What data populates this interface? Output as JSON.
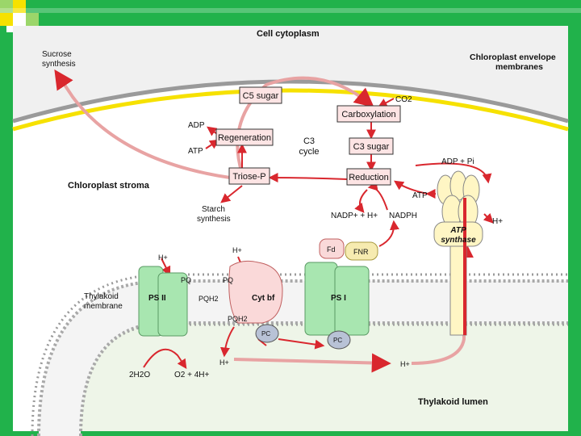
{
  "slide": {
    "accent_green": "#21b24b",
    "accent_yellow": "#f6e100",
    "accent_lightgreen": "#9bd66a"
  },
  "diagram": {
    "region_labels": {
      "cytoplasm": "Cell cytoplasm",
      "envelope_line1": "Chloroplast envelope",
      "envelope_line2": "membranes",
      "stroma": "Chloroplast stroma",
      "lumen": "Thylakoid lumen",
      "membrane_line1": "Thylakoid",
      "membrane_line2": "membrane"
    },
    "calvin_cycle": {
      "c5_sugar": "C5 sugar",
      "carboxylation": "Carboxylation",
      "regeneration": "Regeneration",
      "c3_sugar": "C3 sugar",
      "triose_p": "Triose-P",
      "reduction": "Reduction",
      "center_line1": "C3",
      "center_line2": "cycle",
      "co2": "CO2",
      "adp": "ADP",
      "atp": "ATP",
      "sucrose_line1": "Sucrose",
      "sucrose_line2": "synthesis",
      "starch_line1": "Starch",
      "starch_line2": "synthesis"
    },
    "light_reactions": {
      "nadp_h": "NADP+ + H+",
      "nadph": "NADPH",
      "adp_pi": "ADP + Pi",
      "atp": "ATP",
      "h_plus": "H+",
      "ps2": "PS II",
      "ps1": "PS I",
      "cyt_bf": "Cyt bf",
      "fd": "Fd",
      "fnr": "FNR",
      "pc": "PC",
      "pq": "PQ",
      "pqh2": "PQH2",
      "atp_synthase_line1": "ATP",
      "atp_synthase_line2": "synthase",
      "water": "2H2O",
      "oxygen": "O2 + 4H+"
    }
  }
}
